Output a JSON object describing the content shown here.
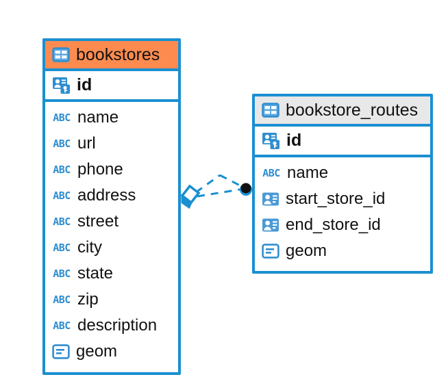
{
  "diagram": {
    "type": "entity-relationship-diagram",
    "background_color": "#ffffff",
    "accent_color": "#1a8fd1",
    "header_highlight_color": "#fd8b4f",
    "header_default_color": "#e8e8e8"
  },
  "entities": [
    {
      "name": "bookstores",
      "header_style": "orange",
      "table_icon": "table-icon",
      "primary_key": {
        "name": "id",
        "icon": "primary-key-icon"
      },
      "fields": [
        {
          "name": "name",
          "icon": "abc-text-icon"
        },
        {
          "name": "url",
          "icon": "abc-text-icon"
        },
        {
          "name": "phone",
          "icon": "abc-text-icon"
        },
        {
          "name": "address",
          "icon": "abc-text-icon"
        },
        {
          "name": "street",
          "icon": "abc-text-icon"
        },
        {
          "name": "city",
          "icon": "abc-text-icon"
        },
        {
          "name": "state",
          "icon": "abc-text-icon"
        },
        {
          "name": "zip",
          "icon": "abc-text-icon"
        },
        {
          "name": "description",
          "icon": "abc-text-icon"
        },
        {
          "name": "geom",
          "icon": "geometry-icon"
        }
      ]
    },
    {
      "name": "bookstore_routes",
      "header_style": "grey",
      "table_icon": "table-icon",
      "primary_key": {
        "name": "id",
        "icon": "primary-key-icon"
      },
      "fields": [
        {
          "name": "name",
          "icon": "abc-text-icon"
        },
        {
          "name": "start_store_id",
          "icon": "foreign-key-icon"
        },
        {
          "name": "end_store_id",
          "icon": "foreign-key-icon"
        },
        {
          "name": "geom",
          "icon": "geometry-icon"
        }
      ]
    }
  ],
  "relationship": {
    "style": "dashed",
    "color": "#1a8fd1",
    "source_marker": "diamond-marker",
    "target_marker": "filled-dot-marker"
  },
  "icon_labels": {
    "abc": "ABC"
  }
}
